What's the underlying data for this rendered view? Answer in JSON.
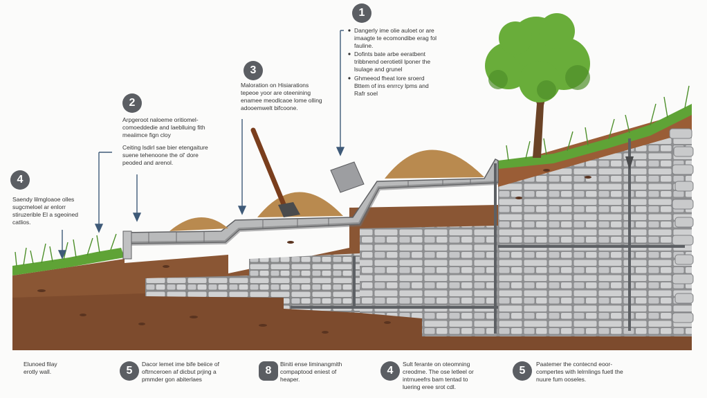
{
  "callouts": {
    "c1": {
      "badge": "1",
      "lines": [
        "Dangerly ime olie auloet or are\nimaagte te ecomondibe erag fol\nfauline.",
        "Dofints bate arbe eeratbent\ntribbnend oerotietil lponer the\nlsulage and grunel",
        "Ghmeeod fheat lore sroerd\nBttem of ins enrrcy lpms and\nRafr soel"
      ]
    },
    "c2": {
      "badge": "2",
      "text": "Arpgeroot naloeme oritiomel-\ncomoeddedie and laeblluing fith\nmeaiimce fign cloy",
      "text2": "Ceiting lsdirl sae bier etengaiture\nsuene tehenoone the ol' dore\npeoded and arenol."
    },
    "c3": {
      "badge": "3",
      "text": "Maloration on Hisiarations\ntepeoe yoor are oteenining\nenamee meodlcaoe lome olling\nadooemwelt bifcoone."
    },
    "c4": {
      "badge": "4",
      "text": "Saendy lilmgloaoe olles\nsugcmeloel ar enlorr\nstiruzerible El a sgeoined\ncatlios."
    }
  },
  "bottom": [
    {
      "badge": "",
      "text": "Elunoed filay\nerotly wall."
    },
    {
      "badge": "5",
      "text": "Dacor lemet ime bife beiice of\noftrnceroen af dicbut prjing a\npmmder gon abiterlaes"
    },
    {
      "badge": "8",
      "text": "Biniti ense liminangmith\ncompaptood eniest of\nheaper."
    },
    {
      "badge": "4",
      "text": "Sult ferante on oteomning\ncreodme.  The ose letleel or\nintrnueefrs bam tentad to\nluering eree srot cdl."
    },
    {
      "badge": "5",
      "text": "Paatemer the contecnd eoor-\ncompertes with lelrnlings fuetl the\nnuure fum ooseles."
    }
  ],
  "colors": {
    "badge": "#5b5e63",
    "soil": "#8a5634",
    "soil_dark": "#6d4024",
    "stone": "#c9cacb",
    "mortar": "#808184",
    "grass": "#5fa336",
    "leader": "#3e5a78"
  }
}
